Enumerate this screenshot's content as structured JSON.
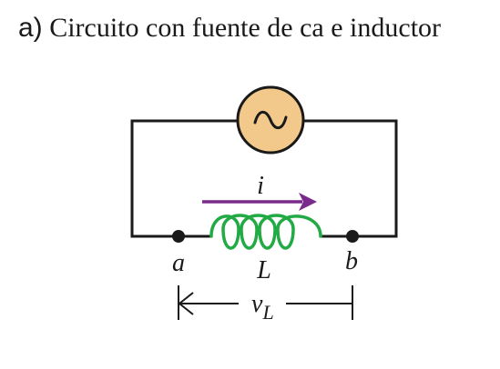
{
  "figure": {
    "panel_label": "a)",
    "title": "Circuito con fuente de ca e inductor"
  },
  "labels": {
    "current": "i",
    "inductor": "L",
    "node_a": "a",
    "node_b": "b",
    "voltage_symbol": "v",
    "voltage_subscript": "L"
  },
  "colors": {
    "wire": "#1a1a1a",
    "source_fill": "#f2c98a",
    "inductor": "#22aa44",
    "current_arrow": "#7a2a8a"
  },
  "icons": {
    "source": "ac-source-icon"
  }
}
